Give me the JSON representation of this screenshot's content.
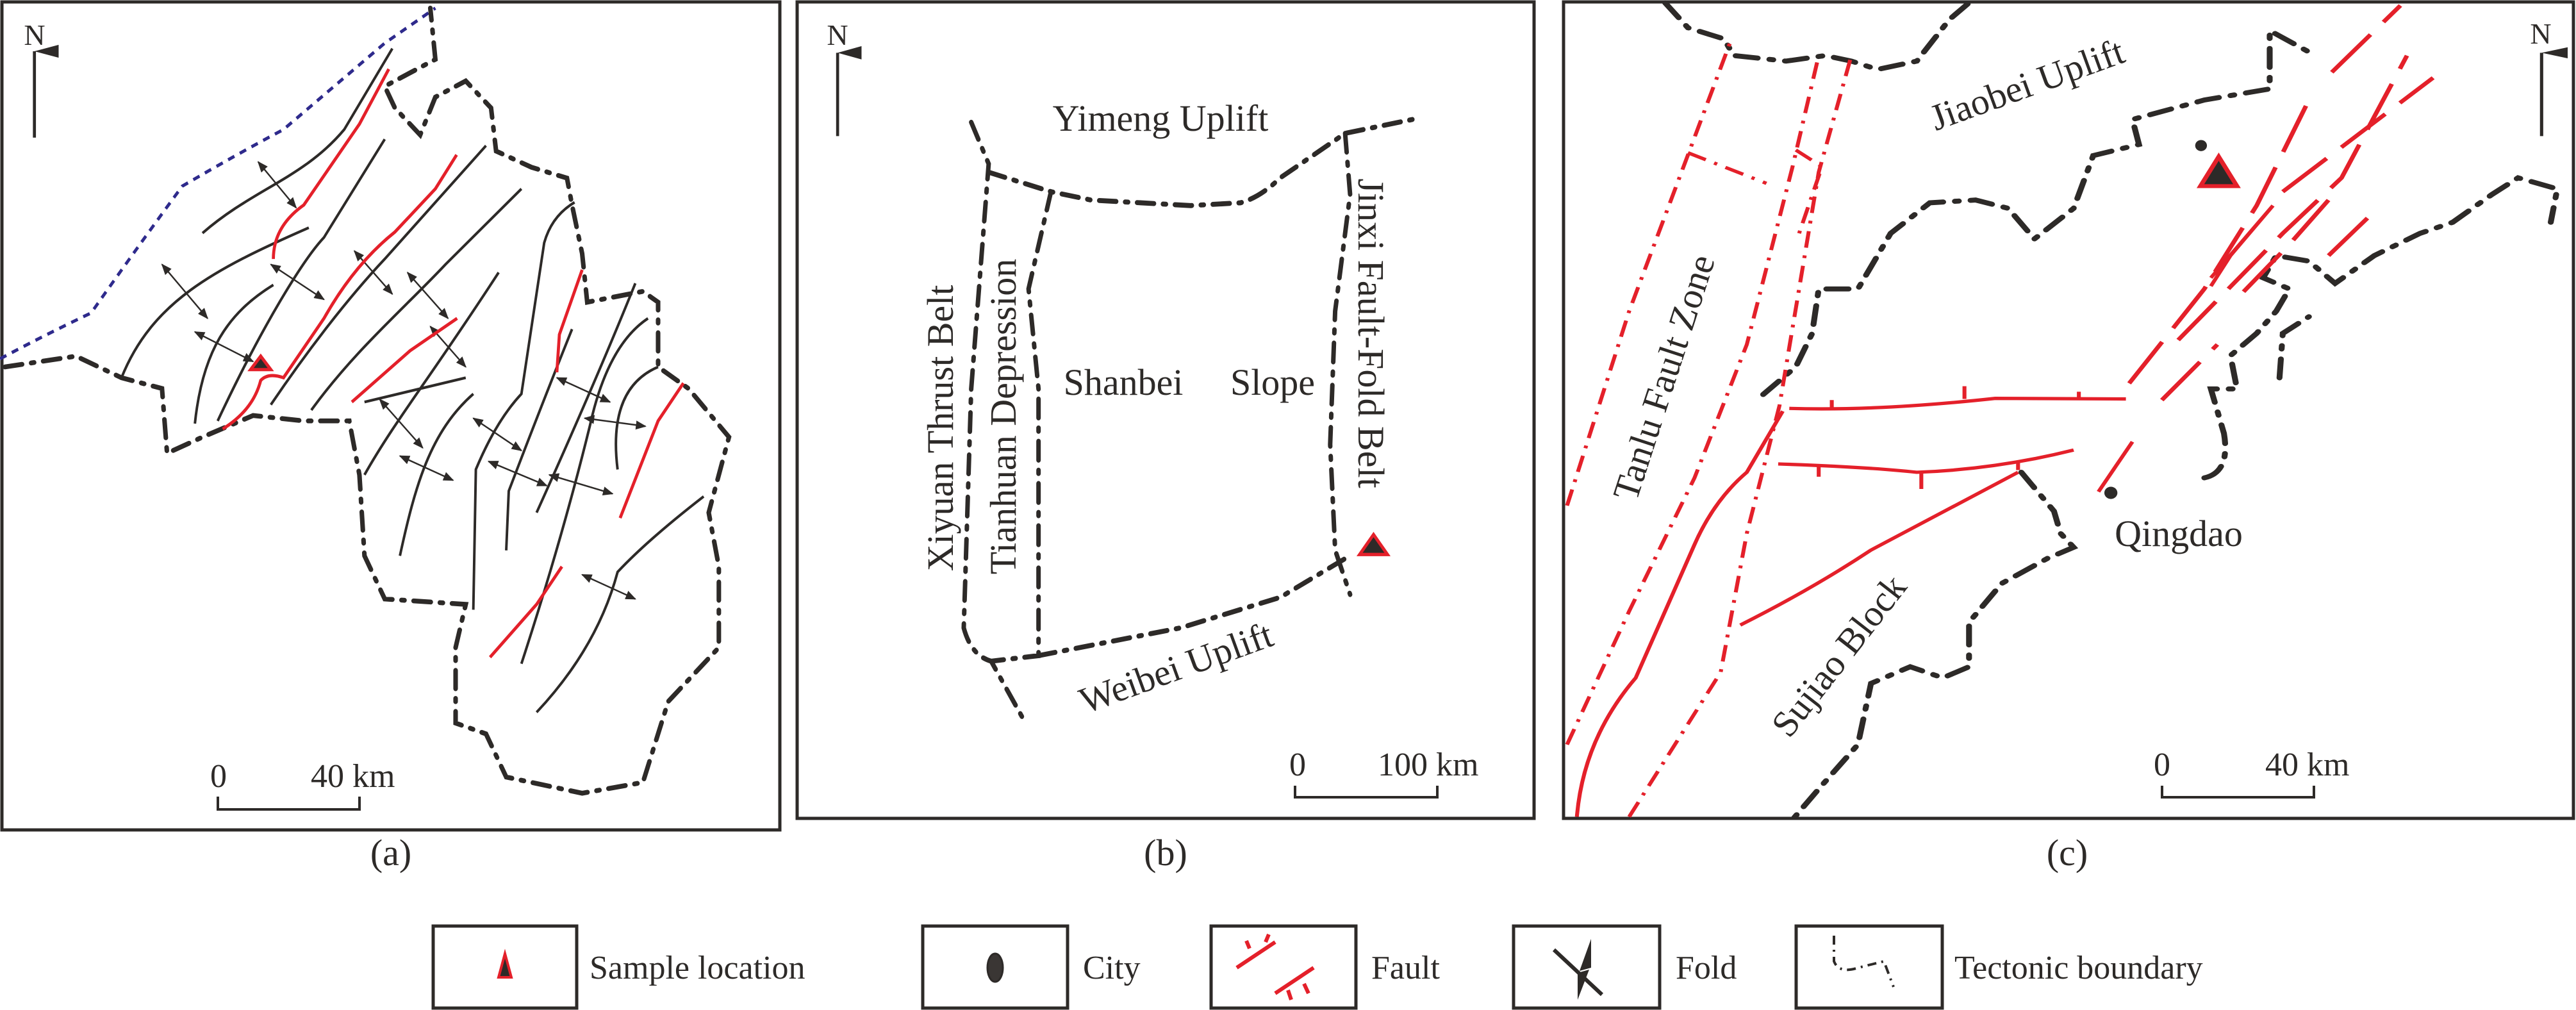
{
  "colors": {
    "fault": "#e4202a",
    "ink": "#2d2a28",
    "boundary_blue": "#2e2a8c"
  },
  "north_label": "N",
  "panels": [
    {
      "caption": "(a)",
      "scale_zero": "0",
      "scale_end": "40 km"
    },
    {
      "caption": "(b)",
      "scale_zero": "0",
      "scale_end": "100 km",
      "regions": {
        "top": "Yimeng  Uplift",
        "west": "Xiyuan Thrust Belt",
        "west_inner": "Tianhuan Depression",
        "center_left": "Shanbei",
        "center_right": "Slope",
        "east": "Jinxi  Fault-Fold Belt",
        "south": "Weibei  Uplift"
      }
    },
    {
      "caption": "(c)",
      "scale_zero": "0",
      "scale_end": "40 km",
      "regions": {
        "north": "Jiaobei Uplift",
        "fault_zone": "Tanlu Fault Zone",
        "block": "Sujiao Block",
        "city": "Qingdao"
      }
    }
  ],
  "legend": [
    {
      "icon": "sample-location-triangle",
      "label": "Sample location"
    },
    {
      "icon": "city-dot",
      "label": "City"
    },
    {
      "icon": "fault-symbol",
      "label": "Fault"
    },
    {
      "icon": "fold-symbol",
      "label": "Fold"
    },
    {
      "icon": "tectonic-boundary-line",
      "label": "Tectonic boundary"
    }
  ]
}
